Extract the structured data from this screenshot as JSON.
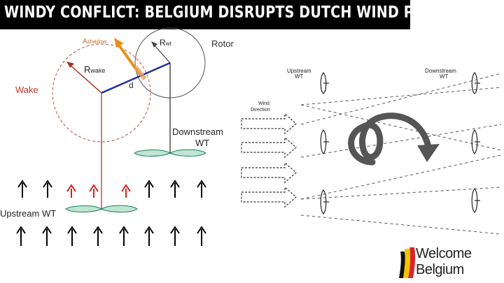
{
  "header": {
    "title": "WINDY CONFLICT: BELGIUM DISRUPTS DUTCH WIND POWER"
  },
  "left_diagram": {
    "wake_label": "Wake",
    "rotor_label": "Rotor",
    "r_wake_main": "R",
    "r_wake_sub": "wake",
    "r_wt_main": "R",
    "r_wt_sub": "wt",
    "a_shadow_main": "A",
    "a_shadow_sub": "shadow",
    "d_label": "d",
    "downstream_line1": "Downstream",
    "downstream_line2": "WT",
    "upstream_label": "Upstream WT"
  },
  "right_diagram": {
    "upstream_line1": "Upstream",
    "upstream_line2": "WT",
    "downstream_line1": "Downstream",
    "downstream_line2": "WT",
    "wind_line1": "Wind",
    "wind_line2": "Direction"
  },
  "logo": {
    "line1": "Welcome",
    "line2": "Belgium"
  },
  "colors": {
    "red": "#c0392b",
    "blue": "#1f2fa3",
    "orange": "#e8901a",
    "blade_green": "#bfe6d2",
    "blade_stroke": "#1a7f5a",
    "flag_black": "#111111",
    "flag_yellow": "#f5c400",
    "flag_red": "#d6262b"
  }
}
